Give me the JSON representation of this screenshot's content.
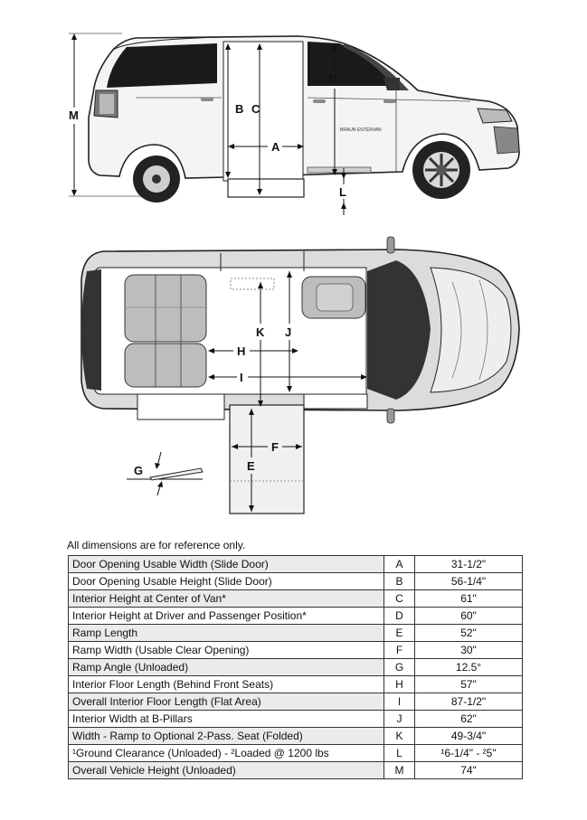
{
  "diagram": {
    "side_labels": {
      "M": "M",
      "B": "B",
      "C": "C",
      "A": "A",
      "D": "D",
      "L": "L"
    },
    "top_labels": {
      "K": "K",
      "J": "J",
      "H": "H",
      "I": "I",
      "F": "F",
      "E": "E",
      "G": "G"
    }
  },
  "note": "All dimensions are for reference only.",
  "rows": [
    {
      "desc": "Door Opening Usable Width (Slide Door)",
      "code": "A",
      "value": "31-1/2\""
    },
    {
      "desc": "Door Opening Usable Height (Slide Door)",
      "code": "B",
      "value": "56-1/4\""
    },
    {
      "desc": "Interior Height at Center of Van*",
      "code": "C",
      "value": "61\""
    },
    {
      "desc": "Interior Height at Driver and Passenger Position*",
      "code": "D",
      "value": "60\""
    },
    {
      "desc": "Ramp Length",
      "code": "E",
      "value": "52\""
    },
    {
      "desc": "Ramp Width (Usable Clear Opening)",
      "code": "F",
      "value": "30\""
    },
    {
      "desc": "Ramp Angle (Unloaded)",
      "code": "G",
      "value": "12.5°"
    },
    {
      "desc": "Interior Floor Length (Behind Front Seats)",
      "code": "H",
      "value": "57\""
    },
    {
      "desc": "Overall Interior Floor Length (Flat Area)",
      "code": "I",
      "value": "87-1/2\""
    },
    {
      "desc": "Interior Width at B-Pillars",
      "code": "J",
      "value": "62\""
    },
    {
      "desc": "Width - Ramp to Optional 2-Pass. Seat (Folded)",
      "code": "K",
      "value": "49-3/4\""
    },
    {
      "desc": "¹Ground Clearance (Unloaded) - ²Loaded @ 1200 lbs",
      "code": "L",
      "value": "¹6-1/4\" - ²5\""
    },
    {
      "desc": "Overall Vehicle Height (Unloaded)",
      "code": "M",
      "value": "74\""
    }
  ]
}
